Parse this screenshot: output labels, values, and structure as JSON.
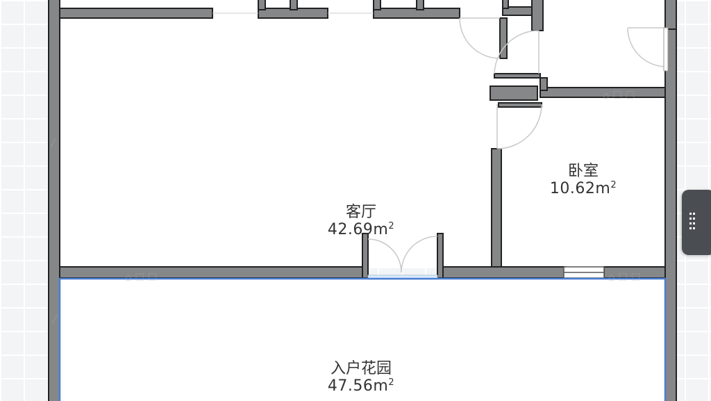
{
  "rooms": {
    "living_room": {
      "name": "客厅",
      "area": "42.69",
      "unit": "m",
      "unit_sup": "2"
    },
    "bedroom": {
      "name": "卧室",
      "area": "10.62",
      "unit": "m",
      "unit_sup": "2"
    },
    "entry_garden": {
      "name": "入户花园",
      "area": "47.56",
      "unit": "m",
      "unit_sup": "2",
      "selected": true
    }
  },
  "colors": {
    "wall_fill": "#858789",
    "wall_stroke": "#222222",
    "selection": "#4a7fd4",
    "background": "#f3f4f5",
    "handle": "#4a4d52"
  },
  "icons": {
    "side_handle": "grip-lines-icon"
  }
}
